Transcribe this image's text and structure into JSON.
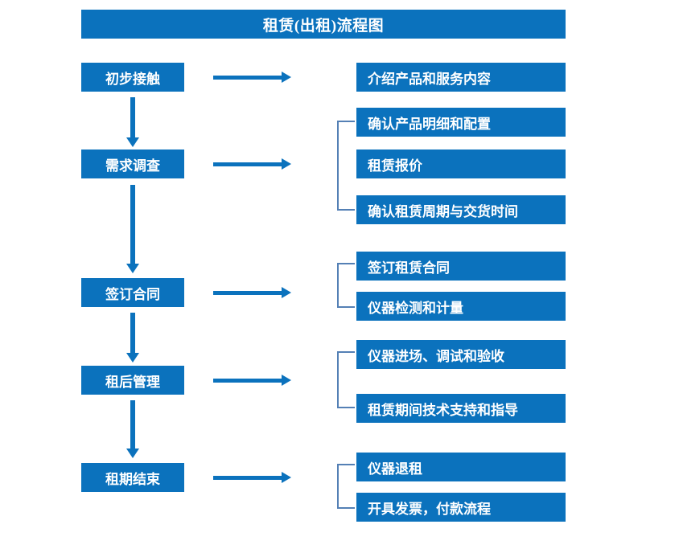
{
  "diagram": {
    "title": "租赁(出租)流程图",
    "accent_color": "#0b72bd",
    "bracket_color": "#5480b5",
    "text_color": "#ffffff",
    "background_color": "#ffffff"
  },
  "stages": [
    {
      "label": "初步接触"
    },
    {
      "label": "需求调查"
    },
    {
      "label": "签订合同"
    },
    {
      "label": "租后管理"
    },
    {
      "label": "租期结束"
    }
  ],
  "details": [
    {
      "label": "介绍产品和服务内容"
    },
    {
      "label": "确认产品明细和配置"
    },
    {
      "label": "租赁报价"
    },
    {
      "label": "确认租赁周期与交货时间"
    },
    {
      "label": "签订租赁合同"
    },
    {
      "label": "仪器检测和计量"
    },
    {
      "label": "仪器进场、调试和验收"
    },
    {
      "label": "租赁期间技术支持和指导"
    },
    {
      "label": "仪器退租"
    },
    {
      "label": "开具发票，付款流程"
    }
  ]
}
